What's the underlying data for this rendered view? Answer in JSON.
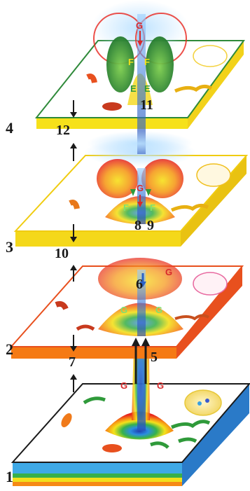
{
  "colors": {
    "red": "#e8261e",
    "orange": "#f57a14",
    "yellow": "#f6e11a",
    "green": "#2f9a3a",
    "blue": "#2a62c8",
    "letter_red": "#d8282a",
    "letter_green": "#7fe070",
    "black": "#1a1a1a"
  },
  "layers": [
    {
      "label": "1"
    },
    {
      "label": "2"
    },
    {
      "label": "3"
    },
    {
      "label": "4"
    }
  ],
  "gaps": [
    {
      "label": "7"
    },
    {
      "label": "10"
    },
    {
      "label": "12"
    }
  ],
  "callouts": [
    {
      "label": "5"
    },
    {
      "label": "6"
    },
    {
      "label": "8"
    },
    {
      "label": "9"
    },
    {
      "label": "11"
    }
  ],
  "letters": {
    "top_g": "G",
    "top_f_left": "F",
    "top_f_right": "F",
    "top_e_left": "E",
    "top_e_right": "E",
    "l3_g": "G",
    "l3_f_left": "F",
    "l3_f_right": "F",
    "l2_g_top": "G",
    "l2_g_left": "G",
    "l2_g_right": "G",
    "l1_g_left": "G",
    "l1_g_right": "G"
  }
}
